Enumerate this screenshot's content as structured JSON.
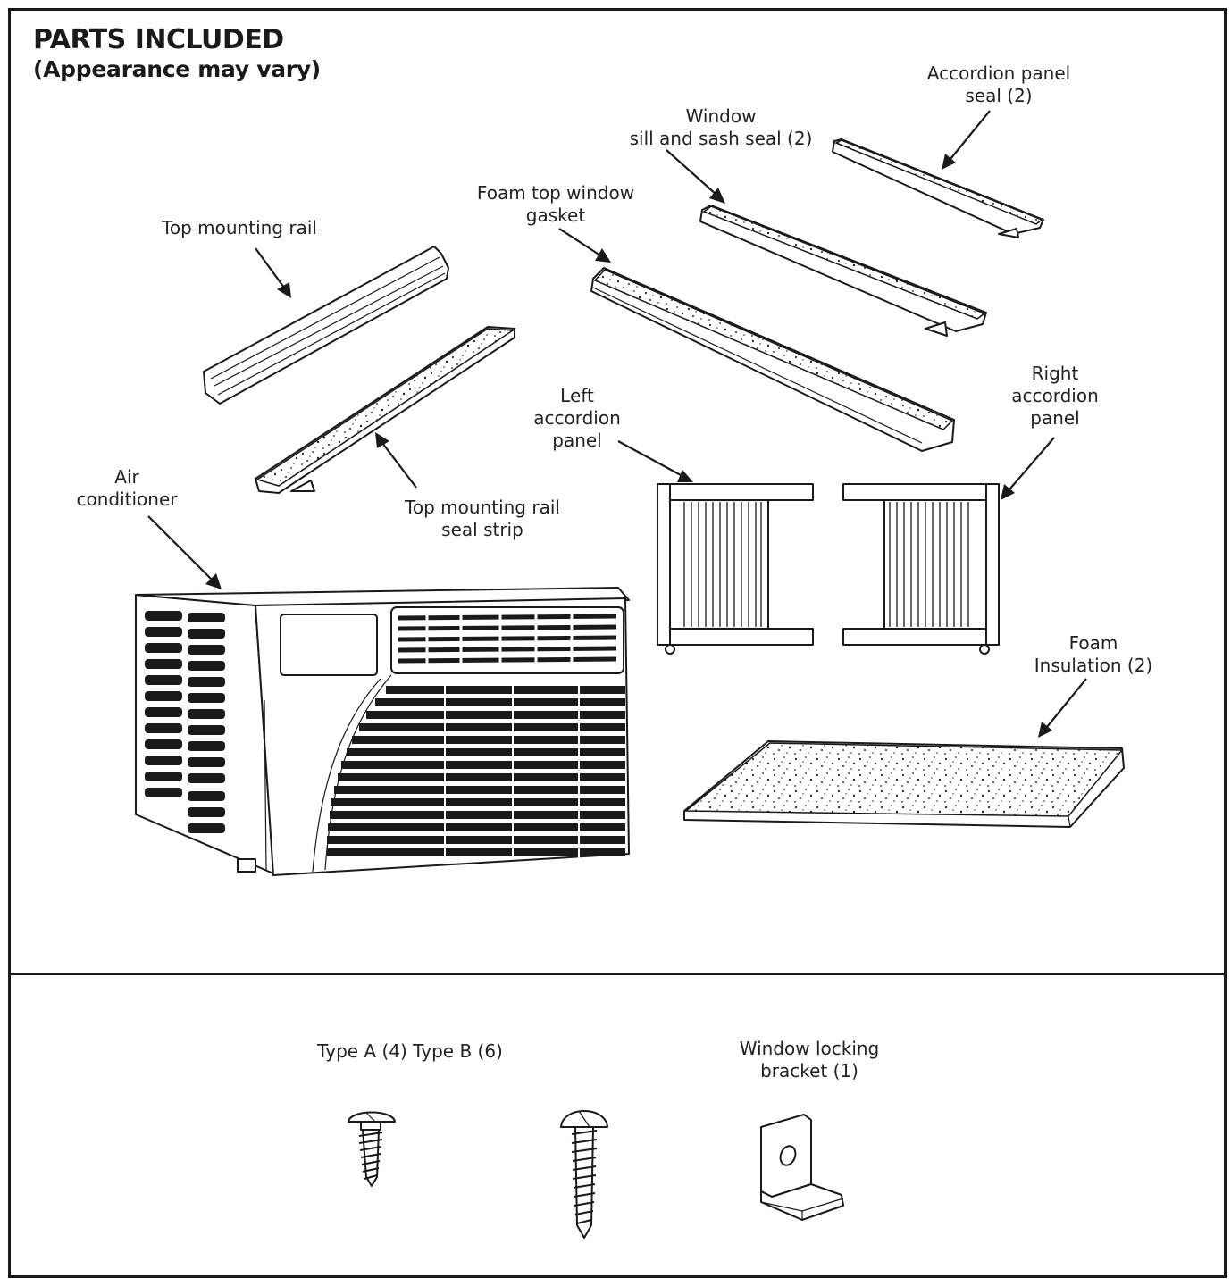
{
  "header": {
    "title": "PARTS INCLUDED",
    "subtitle": "(Appearance may vary)"
  },
  "parts": {
    "accordion_panel_seal": [
      "Accordion panel",
      "seal (2)"
    ],
    "window_sill_sash_seal": [
      "Window",
      "sill and sash seal (2)"
    ],
    "foam_top_window_gasket": [
      "Foam top window",
      "gasket"
    ],
    "top_mounting_rail": [
      "Top mounting rail"
    ],
    "top_mounting_rail_seal_strip": [
      "Top mounting rail",
      "seal strip"
    ],
    "air_conditioner": [
      "Air",
      "conditioner"
    ],
    "left_accordion_panel": [
      "Left",
      "accordion",
      "panel"
    ],
    "right_accordion_panel": [
      "Right",
      "accordion",
      "panel"
    ],
    "foam_insulation": [
      "Foam",
      "Insulation (2)"
    ]
  },
  "hardware": {
    "screws": "Type A (4) Type B (6)",
    "window_locking_bracket": [
      "Window locking",
      "bracket (1)"
    ]
  }
}
